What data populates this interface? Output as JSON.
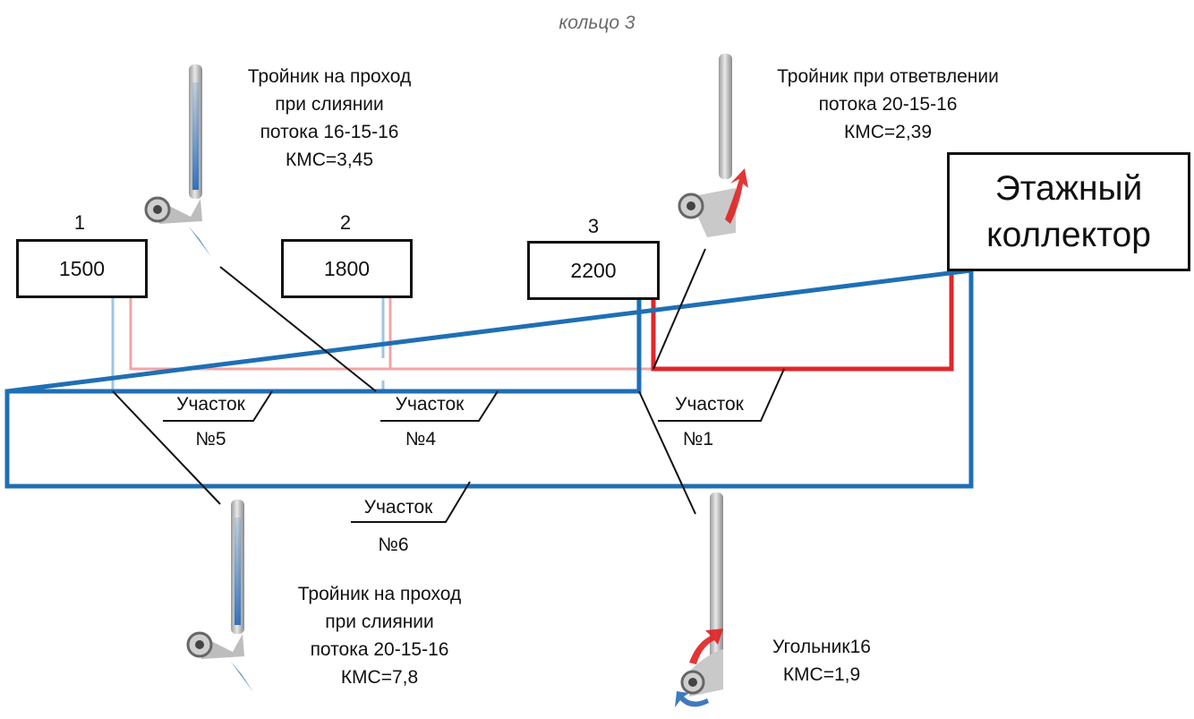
{
  "title": "кольцо 3",
  "rooms": [
    {
      "number": "1",
      "value": "1500"
    },
    {
      "number": "2",
      "value": "1800"
    },
    {
      "number": "3",
      "value": "2200"
    }
  ],
  "collector": {
    "line1": "Этажный",
    "line2": "коллектор"
  },
  "sections": [
    {
      "label": "Участок",
      "number": "№5"
    },
    {
      "label": "Участок",
      "number": "№4"
    },
    {
      "label": "Участок",
      "number": "№1"
    },
    {
      "label": "Участок",
      "number": "№6"
    }
  ],
  "fittings": [
    {
      "lines": [
        "Тройник на проход",
        "при слиянии",
        "потока 16-15-16",
        "КМС=3,45"
      ],
      "icon": "tee-pass-merge-icon"
    },
    {
      "lines": [
        "Тройник при ответвлении",
        "потока 20-15-16",
        "КМС=2,39"
      ],
      "icon": "tee-branch-icon"
    },
    {
      "lines": [
        "Тройник на проход",
        "при слиянии",
        "потока 20-15-16",
        "КМС=7,8"
      ],
      "icon": "tee-pass-merge-icon"
    },
    {
      "lines": [
        "Угольник16",
        "КМС=1,9"
      ],
      "icon": "elbow-icon"
    }
  ],
  "colors": {
    "supply_main": "#e0262b",
    "supply_branch": "#f3a3a5",
    "return_main": "#1f6fb4",
    "return_branch": "#9ec4e6",
    "leader": "#111111"
  }
}
